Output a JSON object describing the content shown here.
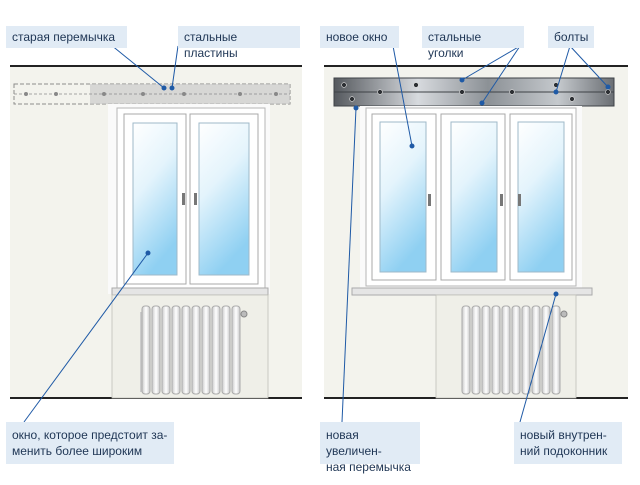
{
  "labels": {
    "old_lintel": "старая перемычка",
    "steel_plates": "стальные пластины",
    "new_window": "новое окно",
    "steel_angles": "стальные уголки",
    "bolts": "болты",
    "window_to_replace": "окно, которое предстоит за-\nменить более широким",
    "new_lintel": "новая увеличен-\nная перемычка",
    "new_sill": "новый внутрен-\nний подоконник"
  },
  "colors": {
    "wall": "#f3f3ed",
    "frame": "#ffffff",
    "glass_top": "#ffffff",
    "glass_bottom": "#8fd0f2",
    "leader_line": "#1f5aa6",
    "label_bg": "#e1ebf5",
    "label_text": "#1e3554",
    "steel": "#7d8288"
  }
}
